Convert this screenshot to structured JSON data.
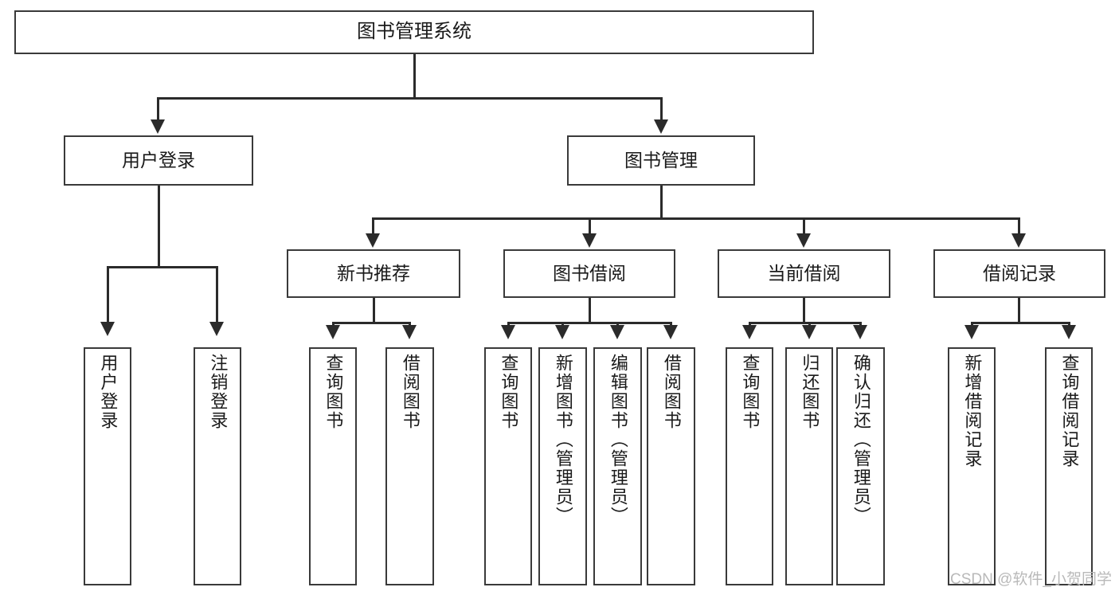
{
  "diagram": {
    "title": "图书管理系统",
    "root": {
      "label": "图书管理系统"
    },
    "level2": [
      {
        "label": "用户登录"
      },
      {
        "label": "图书管理"
      }
    ],
    "level3": [
      {
        "label": "新书推荐"
      },
      {
        "label": "图书借阅"
      },
      {
        "label": "当前借阅"
      },
      {
        "label": "借阅记录"
      }
    ],
    "leaves": {
      "user_login": [
        {
          "label": "用户登录"
        },
        {
          "label": "注销登录"
        }
      ],
      "new_book_recommend": [
        {
          "label": "查询图书"
        },
        {
          "label": "借阅图书"
        }
      ],
      "book_borrow": [
        {
          "label": "查询图书"
        },
        {
          "label": "新增图书（管理员）"
        },
        {
          "label": "编辑图书（管理员）"
        },
        {
          "label": "借阅图书"
        }
      ],
      "current_borrow": [
        {
          "label": "查询图书"
        },
        {
          "label": "归还图书"
        },
        {
          "label": "确认归还（管理员）"
        }
      ],
      "borrow_record": [
        {
          "label": "新增借阅记录"
        },
        {
          "label": "查询借阅记录"
        }
      ]
    }
  },
  "watermark": {
    "text": "CSDN @软件_小贺同学"
  },
  "colors": {
    "box_border": "#3a3a3a",
    "connector": "#2b2b2b",
    "text": "#1a1a1a",
    "background": "#ffffff",
    "watermark": "#b9b9b9"
  }
}
